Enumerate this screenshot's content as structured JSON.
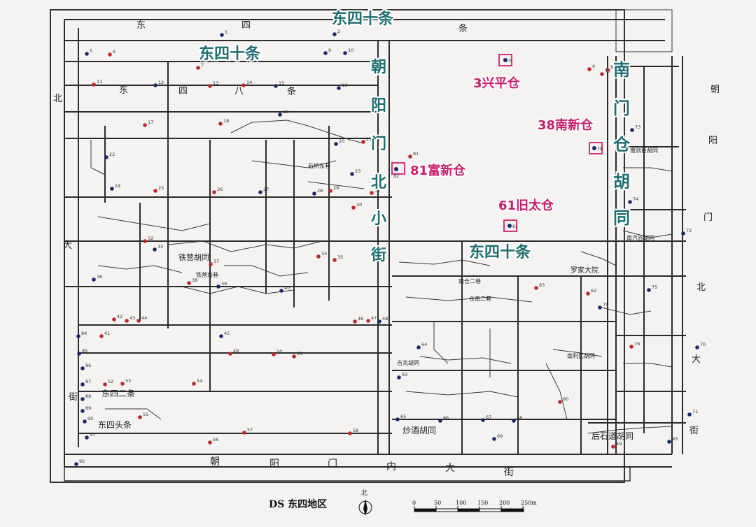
{
  "map": {
    "district_title": "DS 东四地区",
    "north_label": "北",
    "scale": {
      "ticks": [
        "0",
        "50",
        "100",
        "150",
        "200",
        "250m"
      ]
    }
  },
  "annotations": {
    "street_top": "东四十条",
    "street_top_left": "东四十条",
    "street_middle": "东四十条",
    "chaoyangmen_beixiaojie": [
      "朝",
      "阳",
      "门",
      "北",
      "小",
      "街"
    ],
    "nanmencang_hutong": [
      "南",
      "门",
      "仓",
      "胡",
      "同"
    ]
  },
  "granaries": [
    {
      "label": "3兴平仓",
      "marker_number": "3"
    },
    {
      "label": "38南新仓",
      "marker_number": "78"
    },
    {
      "label": "81富新仓",
      "marker_number": "82"
    },
    {
      "label": "61旧太仓",
      "marker_number": "61"
    }
  ],
  "map_text": {
    "top_street": [
      "东",
      "四",
      "条"
    ],
    "bottom_street": [
      "朝",
      "阳",
      "门",
      "内",
      "大",
      "街"
    ],
    "right_street": [
      "朝",
      "阳",
      "门",
      "北",
      "大",
      "街"
    ],
    "left_street": [
      "北",
      "大",
      "街"
    ],
    "row_east_ninth": [
      "东",
      "四",
      "八",
      "条"
    ],
    "small_labels": [
      "石桥东巷",
      "南仓二巷",
      "仓南二巷",
      "南汽谷胡同",
      "南剑臣胡同",
      "南利民胡同",
      "东四头条",
      "东四二条",
      "吉兆胡同",
      "炒酒胡同",
      "后石道胡同",
      "罗家大院",
      "铁营胡同",
      "铁营南巷"
    ]
  },
  "poi": {
    "blue": [
      "1",
      "2",
      "5",
      "9",
      "10",
      "12",
      "15",
      "16",
      "19",
      "20",
      "22",
      "23",
      "24",
      "27",
      "28",
      "33",
      "36",
      "39",
      "40",
      "45",
      "48",
      "64",
      "65",
      "66",
      "67",
      "68",
      "69",
      "70",
      "71",
      "72",
      "73",
      "74",
      "75",
      "78",
      "79",
      "82",
      "83",
      "84",
      "85",
      "86",
      "87",
      "88",
      "89",
      "90",
      "91",
      "92",
      "93"
    ],
    "red": [
      "3",
      "4",
      "6",
      "7",
      "8",
      "11",
      "13",
      "14",
      "17",
      "18",
      "21",
      "25",
      "26",
      "29",
      "30",
      "31",
      "32",
      "34",
      "35",
      "37",
      "38",
      "41",
      "42",
      "43",
      "44",
      "46",
      "47",
      "49",
      "50",
      "51",
      "52",
      "53",
      "54",
      "55",
      "56",
      "57",
      "58",
      "59",
      "60",
      "61",
      "62",
      "63",
      "76",
      "77",
      "80",
      "81"
    ]
  },
  "colors": {
    "blue_dot": "#1b2a6b",
    "red_dot": "#c0272d",
    "teal": "#1f6f72",
    "pink": "#c71e6a",
    "road": "#2b2b2b"
  }
}
